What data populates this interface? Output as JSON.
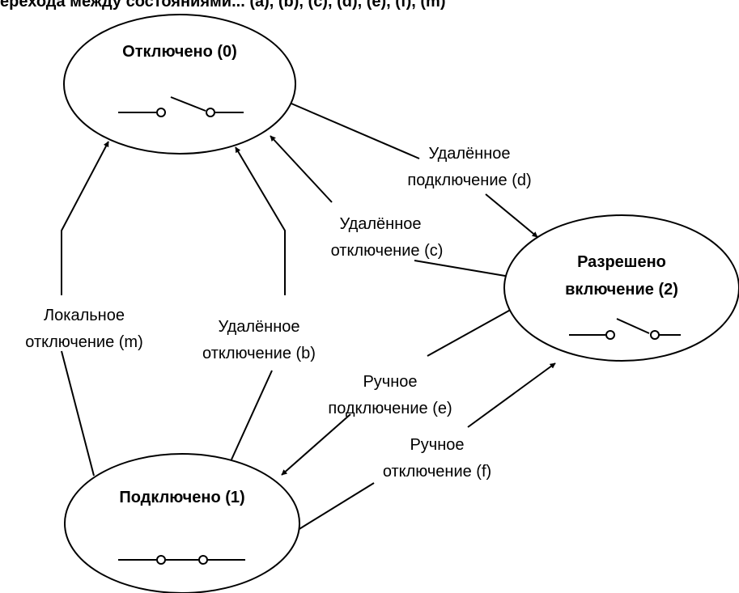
{
  "cropped_header": "ерехода между состояниями... (a), (b), (c), (d), (e), (f), (m)",
  "states": {
    "disconnected": "Отключено (0)",
    "enabled_line1": "Разрешено",
    "enabled_line2": "включение (2)",
    "connected": "Подключено (1)"
  },
  "switch_icons": {
    "disconnected": "open-switch-icon",
    "enabled": "open-switch-icon",
    "connected": "closed-switch-icon"
  },
  "transitions": {
    "d_line1": "Удалённое",
    "d_line2": "подключение (d)",
    "c_line1": "Удалённое",
    "c_line2": "отключение (c)",
    "m_line1": "Локальное",
    "m_line2": "отключение (m)",
    "b_line1": "Удалённое",
    "b_line2": "отключение (b)",
    "e_line1": "Ручное",
    "e_line2": "подключение (e)",
    "f_line1": "Ручное",
    "f_line2": "отключение (f)"
  }
}
